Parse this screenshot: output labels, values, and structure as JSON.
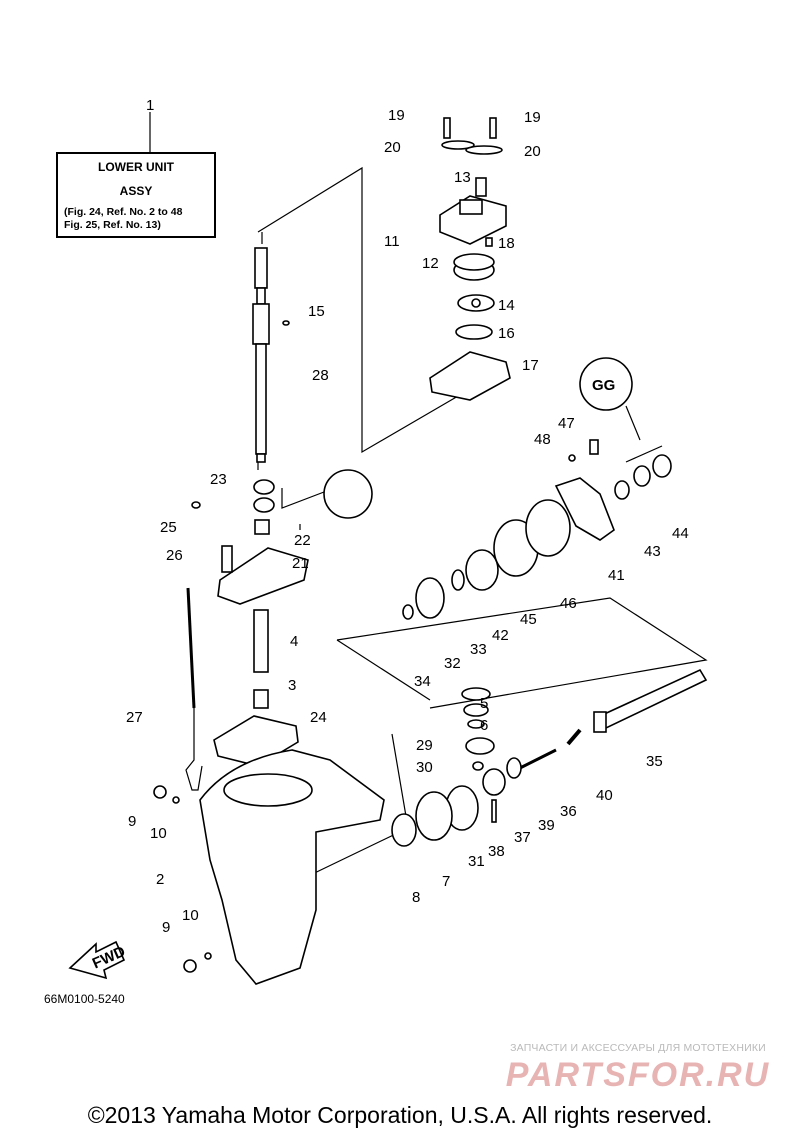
{
  "title_box": {
    "line1": "LOWER UNIT",
    "line2": "ASSY",
    "line3": "(Fig. 24, Ref. No. 2 to 48",
    "line4": " Fig. 25, Ref. No. 13)"
  },
  "callouts": [
    "1",
    "19",
    "19",
    "20",
    "20",
    "13",
    "11",
    "18",
    "12",
    "14",
    "15",
    "16",
    "17",
    "28",
    "47",
    "48",
    "23",
    "25",
    "22",
    "21",
    "26",
    "44",
    "43",
    "41",
    "46",
    "45",
    "42",
    "33",
    "32",
    "34",
    "4",
    "3",
    "27",
    "24",
    "5",
    "6",
    "29",
    "30",
    "35",
    "40",
    "36",
    "39",
    "37",
    "38",
    "31",
    "7",
    "8",
    "9",
    "10",
    "2",
    "10",
    "9"
  ],
  "fwd_label": "FWD",
  "gg_label": "GG",
  "diagram_code": "66M0100-5240",
  "watermark": {
    "tagline": "ЗАПЧАСТИ И АКСЕССУАРЫ ДЛЯ МОТОТЕХНИКИ",
    "logo": "PARTSFOR.RU"
  },
  "copyright": "©2013 Yamaha Motor Corporation, U.S.A. All rights reserved."
}
